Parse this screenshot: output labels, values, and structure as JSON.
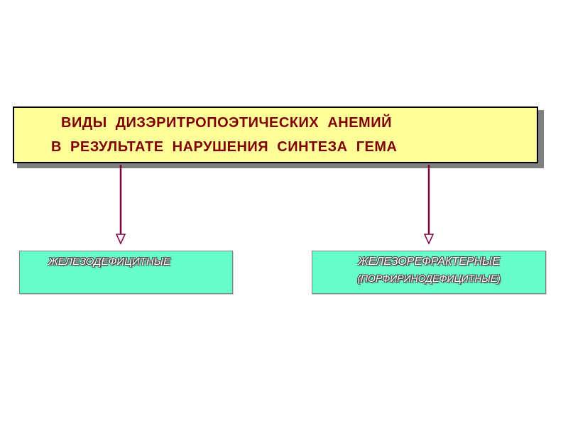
{
  "title": {
    "line1": "ВИДЫ  ДИЗЭРИТРОПОЭТИЧЕСКИХ  АНЕМИЙ",
    "line2": "В  РЕЗУЛЬТАТЕ  НАРУШЕНИЯ  СИНТЕЗА  ГЕМА"
  },
  "branches": [
    {
      "label": "ЖЕЛЕЗОДЕФИЦИТНЫЕ",
      "sublabel": ""
    },
    {
      "label": "ЖЕЛЕЗОРЕФРАКТЕРНЫЕ",
      "sublabel": "(ПОРФИРИНОДЕФИЦИТНЫЕ)"
    }
  ],
  "colors": {
    "title_fill": "#ffff99",
    "title_text": "#800000",
    "leaf_fill": "#66ffcc",
    "connector": "#800040"
  }
}
